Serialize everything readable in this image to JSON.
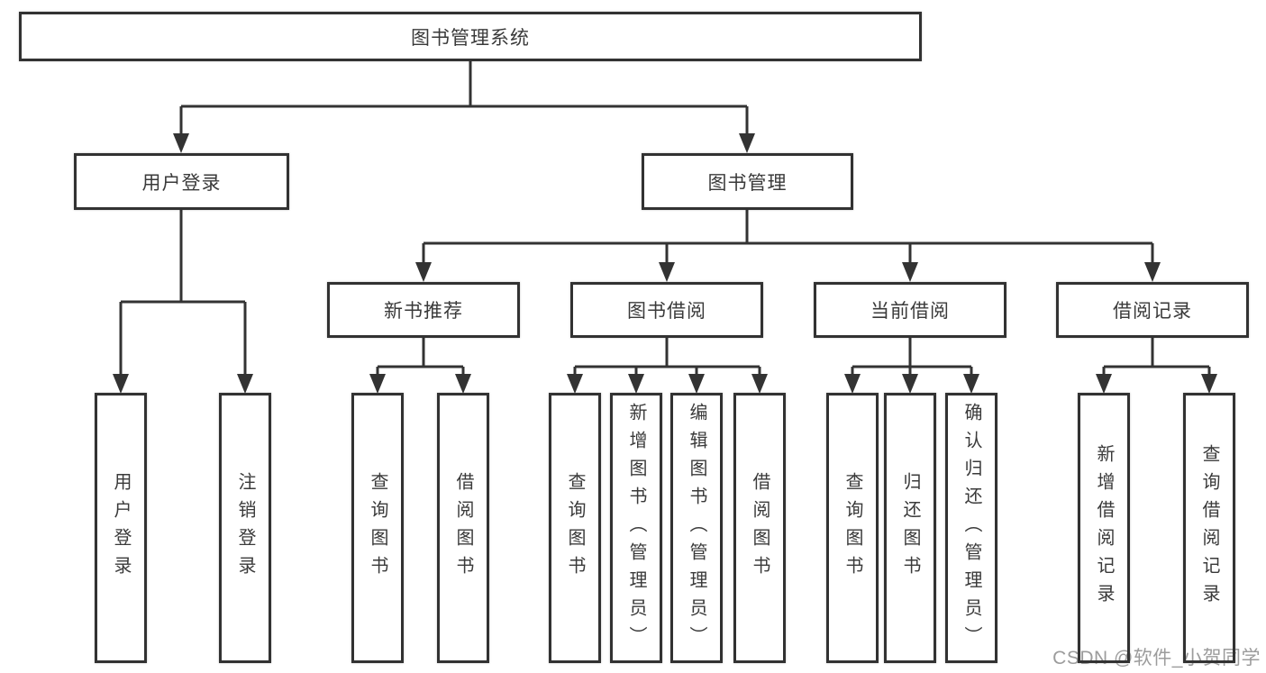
{
  "tree": {
    "root": {
      "label": "图书管理系统",
      "children": [
        {
          "label": "用户登录",
          "children": [
            {
              "label": "用户登录"
            },
            {
              "label": "注销登录"
            }
          ]
        },
        {
          "label": "图书管理",
          "children": [
            {
              "label": "新书推荐",
              "children": [
                {
                  "label": "查询图书"
                },
                {
                  "label": "借阅图书"
                }
              ]
            },
            {
              "label": "图书借阅",
              "children": [
                {
                  "label": "查询图书"
                },
                {
                  "label": "新增图书（管理员）"
                },
                {
                  "label": "编辑图书（管理员）"
                },
                {
                  "label": "借阅图书"
                }
              ]
            },
            {
              "label": "当前借阅",
              "children": [
                {
                  "label": "查询图书"
                },
                {
                  "label": "归还图书"
                },
                {
                  "label": "确认归还（管理员）"
                }
              ]
            },
            {
              "label": "借阅记录",
              "children": [
                {
                  "label": "新增借阅记录"
                },
                {
                  "label": "查询借阅记录"
                }
              ]
            }
          ]
        }
      ]
    }
  },
  "watermark": {
    "text": "CSDN @软件_小贺同学"
  },
  "colors": {
    "line": "#333333",
    "box_border": "#323232",
    "background": "#ffffff",
    "watermark": "#9c9c9c"
  }
}
